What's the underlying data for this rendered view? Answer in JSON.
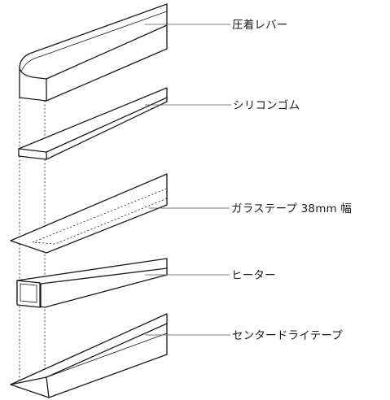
{
  "labels": {
    "pressure_lever": "圧着レバー",
    "silicone_rubber": "シリコンゴム",
    "glass_tape": "ガラステープ 38mm 幅",
    "heater": "ヒーター",
    "center_dry_tape": "センタードライテープ"
  }
}
